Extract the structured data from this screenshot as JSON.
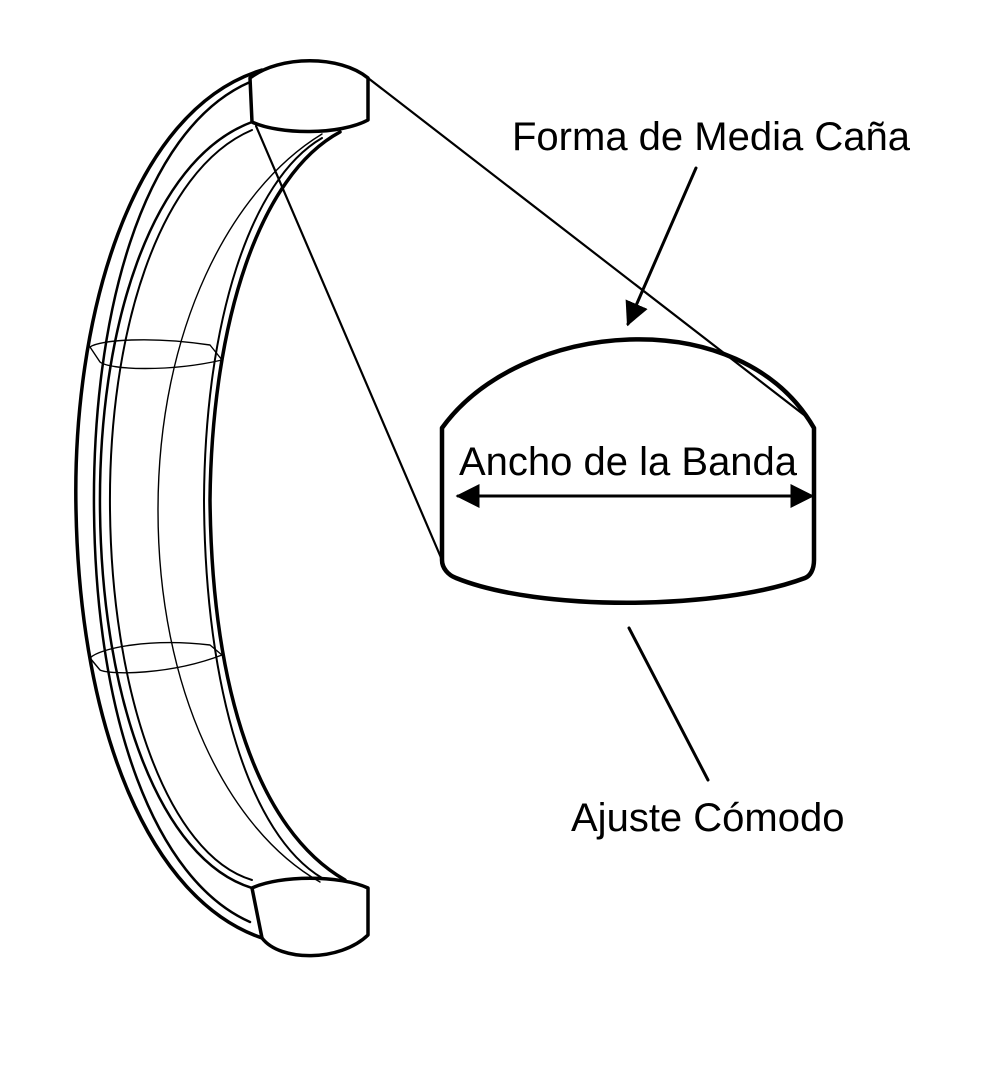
{
  "labels": {
    "shape": "Forma de Media Caña",
    "width": "Ancho de la Banda",
    "fit": "Ajuste Cómodo"
  },
  "colors": {
    "line": "#000000",
    "thin_line": "#777777",
    "background": "#ffffff"
  }
}
